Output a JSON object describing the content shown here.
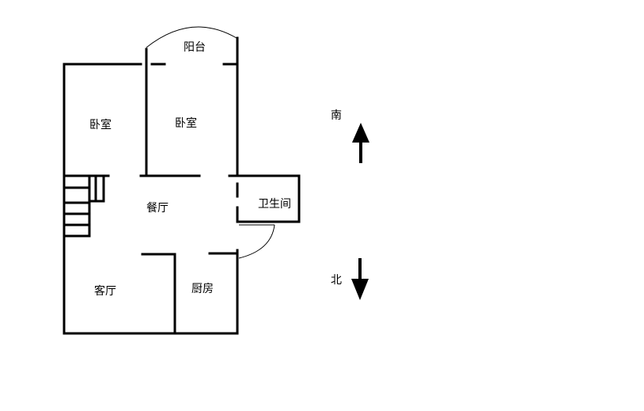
{
  "rooms": {
    "balcony": "阳台",
    "bedroom_left": "卧室",
    "bedroom_right": "卧室",
    "dining": "餐厅",
    "bathroom": "卫生间",
    "living": "客厅",
    "kitchen": "厨房"
  },
  "compass": {
    "south": "南",
    "north": "北"
  }
}
